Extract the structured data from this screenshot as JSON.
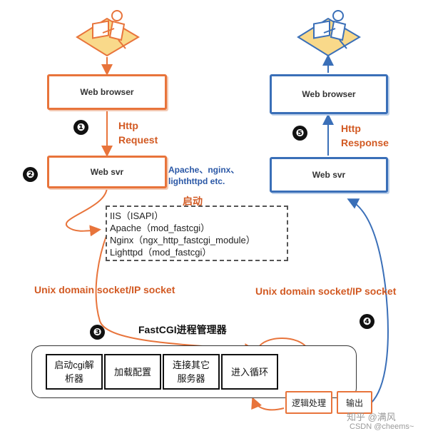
{
  "left": {
    "browser_label": "Web browser",
    "step1": "❶",
    "http_request": [
      "Http",
      "Request"
    ],
    "step2": "❷",
    "svr_label": "Web svr",
    "servers_note": [
      "Apache、nginx、",
      "lighthttpd etc."
    ],
    "start_label": "启动",
    "modules": [
      "IIS（ISAPI）",
      "Apache（mod_fastcgi）",
      "Nginx（ngx_http_fastcgi_module）",
      "Lighttpd（mod_fastcgi）"
    ],
    "socket_label": "Unix domain socket/IP socket",
    "step3": "❸"
  },
  "right": {
    "browser_label": "Web browser",
    "step5": "❺",
    "http_response": [
      "Http",
      "Response"
    ],
    "svr_label": "Web svr",
    "socket_label": "Unix domain socket/IP socket",
    "step4": "❹"
  },
  "manager": {
    "title": "FastCGI进程管理器",
    "cells": [
      "启动cgi解\n析器",
      "加载配置",
      "连接其它\n服务器",
      "进入循环"
    ],
    "logic": "逻辑处理",
    "output": "输出"
  },
  "watermark": {
    "zhihu": "知乎 @满风",
    "csdn": "CSDN @cheems~"
  },
  "colors": {
    "orange": "#e8743b",
    "blue": "#3a6fb8"
  }
}
